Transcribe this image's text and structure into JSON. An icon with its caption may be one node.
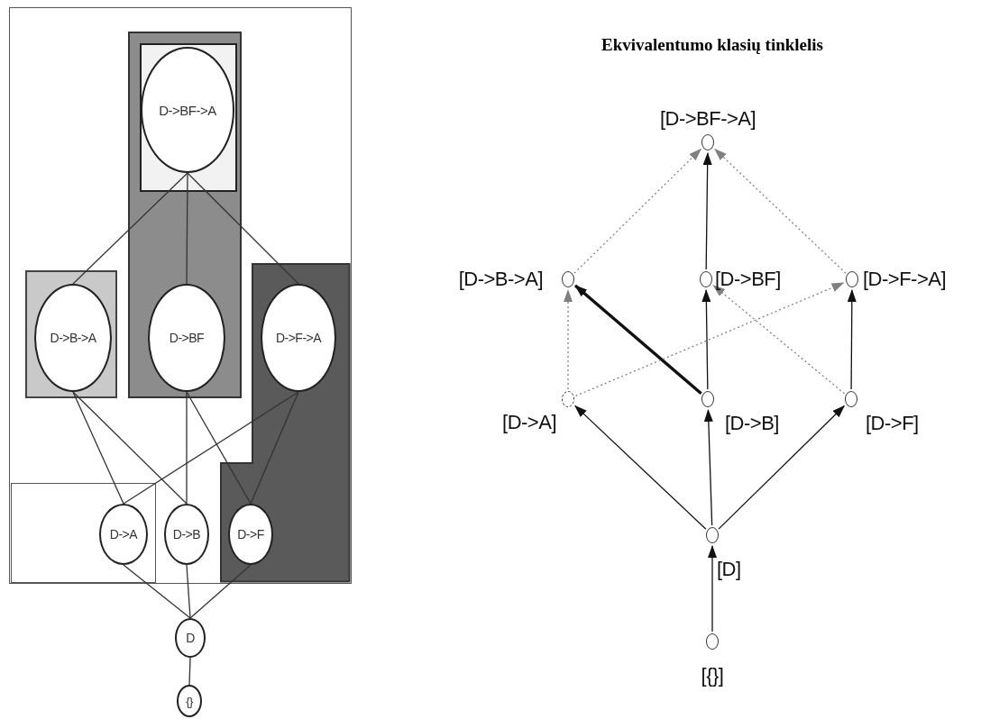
{
  "diagram": {
    "title": "Ekvivalentumo klasių tinklelis",
    "nodes": [
      {
        "text": [],
        "shape": "box"
      },
      {
        "text": [],
        "shape": "box",
        "in": 0
      },
      {
        "text": [],
        "shape": "box",
        "in": 1
      },
      {
        "text": [
          "D->BF->A"
        ],
        "in": 2
      },
      {
        "text": [],
        "shape": "box",
        "in": 0
      },
      {
        "text": [
          "D->B->A"
        ],
        "in": 4
      },
      {
        "text": [
          "D->BF"
        ],
        "in": 1
      },
      {
        "text": [],
        "shape": "box",
        "in": 0
      },
      {
        "text": [
          "D->F->A"
        ],
        "in": 7
      },
      {
        "text": [],
        "shape": "box",
        "in": 0
      },
      {
        "text": [
          "D->A"
        ],
        "in": 9
      },
      {
        "text": [
          "D->B"
        ],
        "in": 0
      },
      {
        "text": [
          "D->F"
        ],
        "in": 7
      },
      {
        "text": [
          "D"
        ]
      },
      {
        "text": [
          "{}"
        ]
      },
      {
        "text": [],
        "shape": "circle",
        "beside": [
          "[D->BF->A]"
        ]
      },
      {
        "text": [],
        "shape": "circle",
        "beside": [
          "[D->B->A]"
        ]
      },
      {
        "text": [],
        "shape": "circle",
        "beside": [
          "[D->BF]"
        ]
      },
      {
        "text": [],
        "shape": "circle",
        "beside": [
          "[D->F->A]"
        ]
      },
      {
        "text": [],
        "shape": "circle",
        "beside": [
          "[D->A]"
        ]
      },
      {
        "text": [],
        "shape": "circle",
        "beside": [
          "[D->B]"
        ]
      },
      {
        "text": [],
        "shape": "circle",
        "beside": [
          "[D->F]"
        ]
      },
      {
        "text": [],
        "shape": "circle",
        "beside": [
          "[D]"
        ]
      },
      {
        "text": [],
        "shape": "circle",
        "beside": [
          "[{}]"
        ]
      }
    ],
    "edges": [
      {
        "from": 3,
        "to": 5,
        "arrow": "none"
      },
      {
        "from": 3,
        "to": 6,
        "arrow": "none"
      },
      {
        "from": 3,
        "to": 8,
        "arrow": "none"
      },
      {
        "from": 5,
        "to": 10,
        "arrow": "none"
      },
      {
        "from": 5,
        "to": 11,
        "arrow": "none"
      },
      {
        "from": 6,
        "to": 11,
        "arrow": "none"
      },
      {
        "from": 6,
        "to": 12,
        "arrow": "none"
      },
      {
        "from": 8,
        "to": 10,
        "arrow": "none"
      },
      {
        "from": 8,
        "to": 12,
        "arrow": "none"
      },
      {
        "from": 10,
        "to": 13,
        "arrow": "none"
      },
      {
        "from": 11,
        "to": 13,
        "arrow": "none"
      },
      {
        "from": 12,
        "to": 13,
        "arrow": "none"
      },
      {
        "from": 13,
        "to": 14,
        "arrow": "none"
      },
      {
        "from": 16,
        "to": 15,
        "arrow": "to",
        "style": "dashed",
        "color": "#808080"
      },
      {
        "from": 17,
        "to": 15,
        "arrow": "to"
      },
      {
        "from": 18,
        "to": 15,
        "arrow": "to",
        "style": "dashed",
        "color": "#808080"
      },
      {
        "from": 19,
        "to": 16,
        "arrow": "to",
        "style": "dashed",
        "color": "#808080"
      },
      {
        "from": 20,
        "to": 16,
        "arrow": "to",
        "style": "thick"
      },
      {
        "from": 20,
        "to": 17,
        "arrow": "to"
      },
      {
        "from": 19,
        "to": 18,
        "arrow": "to",
        "style": "dashed",
        "color": "#808080"
      },
      {
        "from": 21,
        "to": 17,
        "arrow": "to",
        "style": "dashed",
        "color": "#808080"
      },
      {
        "from": 21,
        "to": 18,
        "arrow": "to"
      },
      {
        "from": 22,
        "to": 19,
        "arrow": "to"
      },
      {
        "from": 22,
        "to": 20,
        "arrow": "to"
      },
      {
        "from": 22,
        "to": 21,
        "arrow": "to"
      },
      {
        "from": 23,
        "to": 22,
        "arrow": "to"
      }
    ]
  }
}
